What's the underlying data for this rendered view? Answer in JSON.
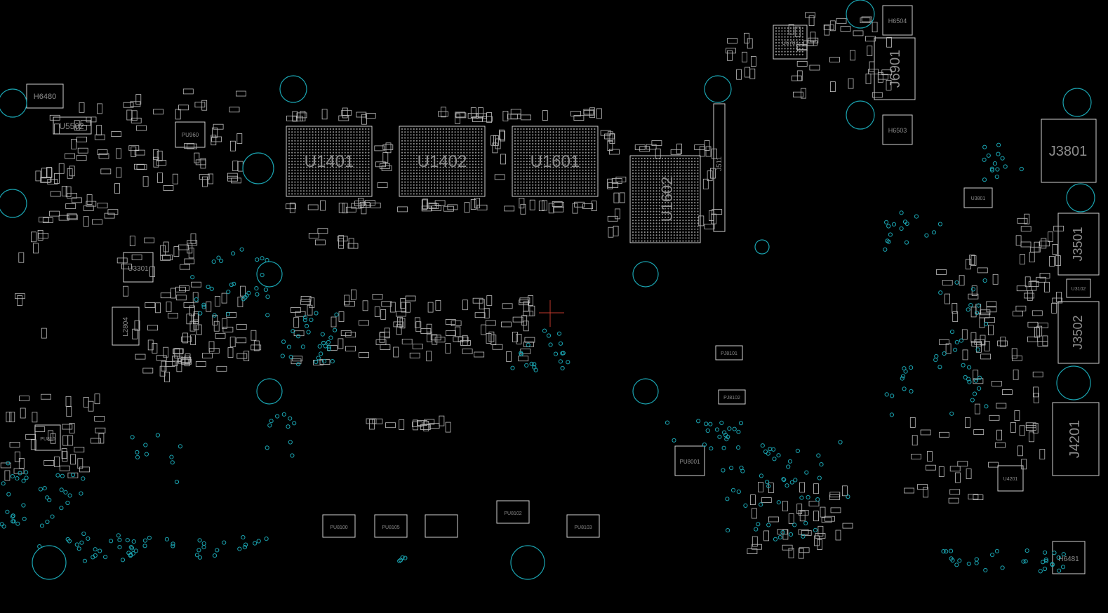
{
  "board": {
    "colors": {
      "background": "#000000",
      "outline": "#cfcfcf",
      "via": "#1aa3b0",
      "label": "#8c8c8c",
      "cursor": "#c0392b"
    },
    "labels": {
      "u1401": "U1401",
      "u1402": "U1402",
      "u1601": "U1601",
      "u1602": "U1602",
      "u5502": "U5502",
      "u3301": "U3301",
      "l2804": "L2804",
      "pu960": "PU960",
      "h6480": "H6480",
      "h6481": "H6481",
      "j3801": "J3801",
      "j6901": "J6901",
      "j3501": "J3501",
      "j3502": "J3502",
      "j4201": "J4201",
      "j511": "J511",
      "pu8001": "PU8001",
      "pj8101": "PJ8101",
      "pj8102": "PJ8102",
      "pu8100": "PU8100",
      "pu8105": "PU8105",
      "pu8102": "PU8102",
      "pu8103": "PU8103",
      "h6504": "H6504",
      "h6503": "H6503",
      "u3102": "U3102",
      "u3801": "U3801",
      "u4201": "U4201",
      "pu810x": "PU810",
      "u6703": "U6703"
    }
  }
}
